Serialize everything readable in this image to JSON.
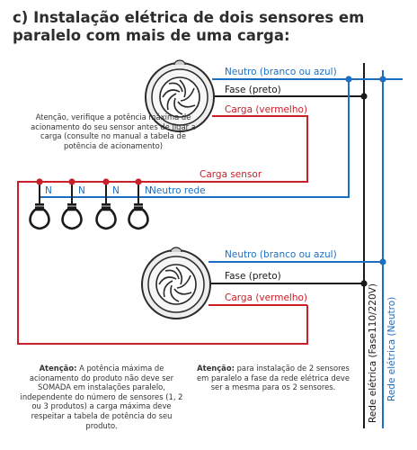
{
  "title": "c) Instalação elétrica de dois sensores em paralelo com mais de uma carga:",
  "colors": {
    "neutral": "#1f6fc0",
    "phase": "#1a1a1a",
    "load": "#c9202a",
    "sensor_body": "#eeeeee",
    "sensor_outline": "#2a2a2a",
    "bulb": "#1a1a1a"
  },
  "sensor_top": {
    "neutral_label": "Neutro (branco ou azul)",
    "phase_label": "Fase (preto)",
    "load_label": "Carga (vermelho)"
  },
  "sensor_bottom": {
    "neutral_label": "Neutro (branco ou azul)",
    "phase_label": "Fase (preto)",
    "load_label": "Carga (vermelho)"
  },
  "load_bus_label": "Carga sensor",
  "neutral_bus_label": "Neutro rede",
  "lamps": [
    {
      "label": "N"
    },
    {
      "label": "N"
    },
    {
      "label": "N"
    },
    {
      "label": "N"
    }
  ],
  "network": {
    "phase_label": "Rede elétrica (Fase110/220V)",
    "neutral_label": "Rede elétrica (Neutro)"
  },
  "notes": {
    "top": "Atenção, verifique a potência máxima de acionamento do seu sensor  antes de ligar a carga (consulte no manual a tabela de potência de acionamento)",
    "bottom_left_bold": "Atenção:",
    "bottom_left": " A potência máxima de acionamento do produto não deve ser SOMADA em instalações paralelo, independente do número de sensores (1, 2 ou 3 produtos) a carga máxima deve respeitar a tabela de potência do seu produto.",
    "bottom_mid_bold": "Atenção:",
    "bottom_mid": " para instalação de 2 sensores em paralelo a fase da rede elétrica deve ser a mesma para os 2 sensores."
  }
}
